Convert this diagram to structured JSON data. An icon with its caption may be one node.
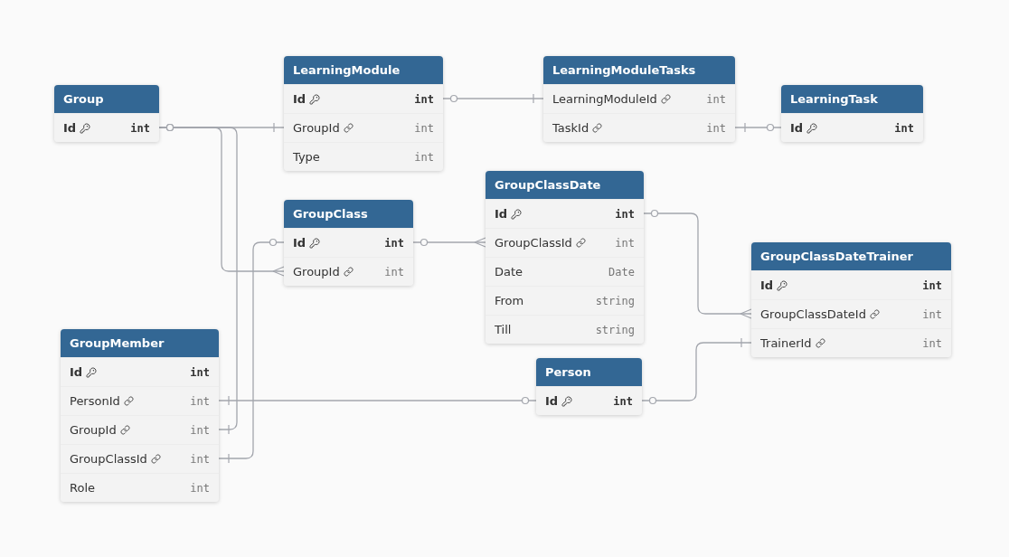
{
  "diagram": {
    "nodes": [
      {
        "text": [
          "LearningModule"
        ]
      },
      {
        "text": [
          "Id",
          "int"
        ],
        "in": 0
      },
      {
        "text": [
          "GroupId",
          "int"
        ],
        "in": 0
      },
      {
        "text": [
          "Type",
          "int"
        ],
        "in": 0
      },
      {
        "text": [
          "LearningModuleTasks"
        ]
      },
      {
        "text": [
          "LearningModuleId",
          "int"
        ],
        "in": 4
      },
      {
        "text": [
          "TaskId",
          "int"
        ],
        "in": 4
      },
      {
        "text": [
          "Group"
        ]
      },
      {
        "text": [
          "Id",
          "int"
        ],
        "in": 7
      },
      {
        "text": [
          "LearningTask"
        ]
      },
      {
        "text": [
          "Id",
          "int"
        ],
        "in": 9
      },
      {
        "text": [
          "GroupClassDate"
        ]
      },
      {
        "text": [
          "Id",
          "int"
        ],
        "in": 11
      },
      {
        "text": [
          "GroupClassId",
          "int"
        ],
        "in": 11
      },
      {
        "text": [
          "Date",
          "Date"
        ],
        "in": 11
      },
      {
        "text": [
          "From",
          "string"
        ],
        "in": 11
      },
      {
        "text": [
          "Till",
          "string"
        ],
        "in": 11
      },
      {
        "text": [
          "GroupClass"
        ]
      },
      {
        "text": [
          "Id",
          "int"
        ],
        "in": 17
      },
      {
        "text": [
          "GroupId",
          "int"
        ],
        "in": 17
      },
      {
        "text": [
          "GroupClassDateTrainer"
        ]
      },
      {
        "text": [
          "Id",
          "int"
        ],
        "in": 20
      },
      {
        "text": [
          "GroupClassDateId",
          "int"
        ],
        "in": 20
      },
      {
        "text": [
          "TrainerId",
          "int"
        ],
        "in": 20
      },
      {
        "text": [
          "GroupMember"
        ]
      },
      {
        "text": [
          "Id",
          "int"
        ],
        "in": 24
      },
      {
        "text": [
          "PersonId",
          "int"
        ],
        "in": 24
      },
      {
        "text": [
          "GroupId",
          "int"
        ],
        "in": 24
      },
      {
        "text": [
          "GroupClassId",
          "int"
        ],
        "in": 24
      },
      {
        "text": [
          "Role",
          "int"
        ],
        "in": 24
      },
      {
        "text": [
          "Person"
        ]
      },
      {
        "text": [
          "Id",
          "int"
        ],
        "in": 30
      }
    ],
    "edges": [
      {
        "from": 8,
        "to": 2,
        "arrow": "other"
      },
      {
        "from": 8,
        "to": 19,
        "arrow": "other"
      },
      {
        "from": 8,
        "to": 27,
        "arrow": "other"
      },
      {
        "from": 1,
        "to": 5,
        "arrow": "other"
      },
      {
        "from": 10,
        "to": 6,
        "arrow": "other"
      },
      {
        "from": 18,
        "to": 13,
        "arrow": "other"
      },
      {
        "from": 18,
        "to": 28,
        "arrow": "other"
      },
      {
        "from": 12,
        "to": 22,
        "arrow": "other"
      },
      {
        "from": 31,
        "to": 26,
        "arrow": "other"
      },
      {
        "from": 31,
        "to": 23,
        "arrow": "other"
      }
    ]
  }
}
